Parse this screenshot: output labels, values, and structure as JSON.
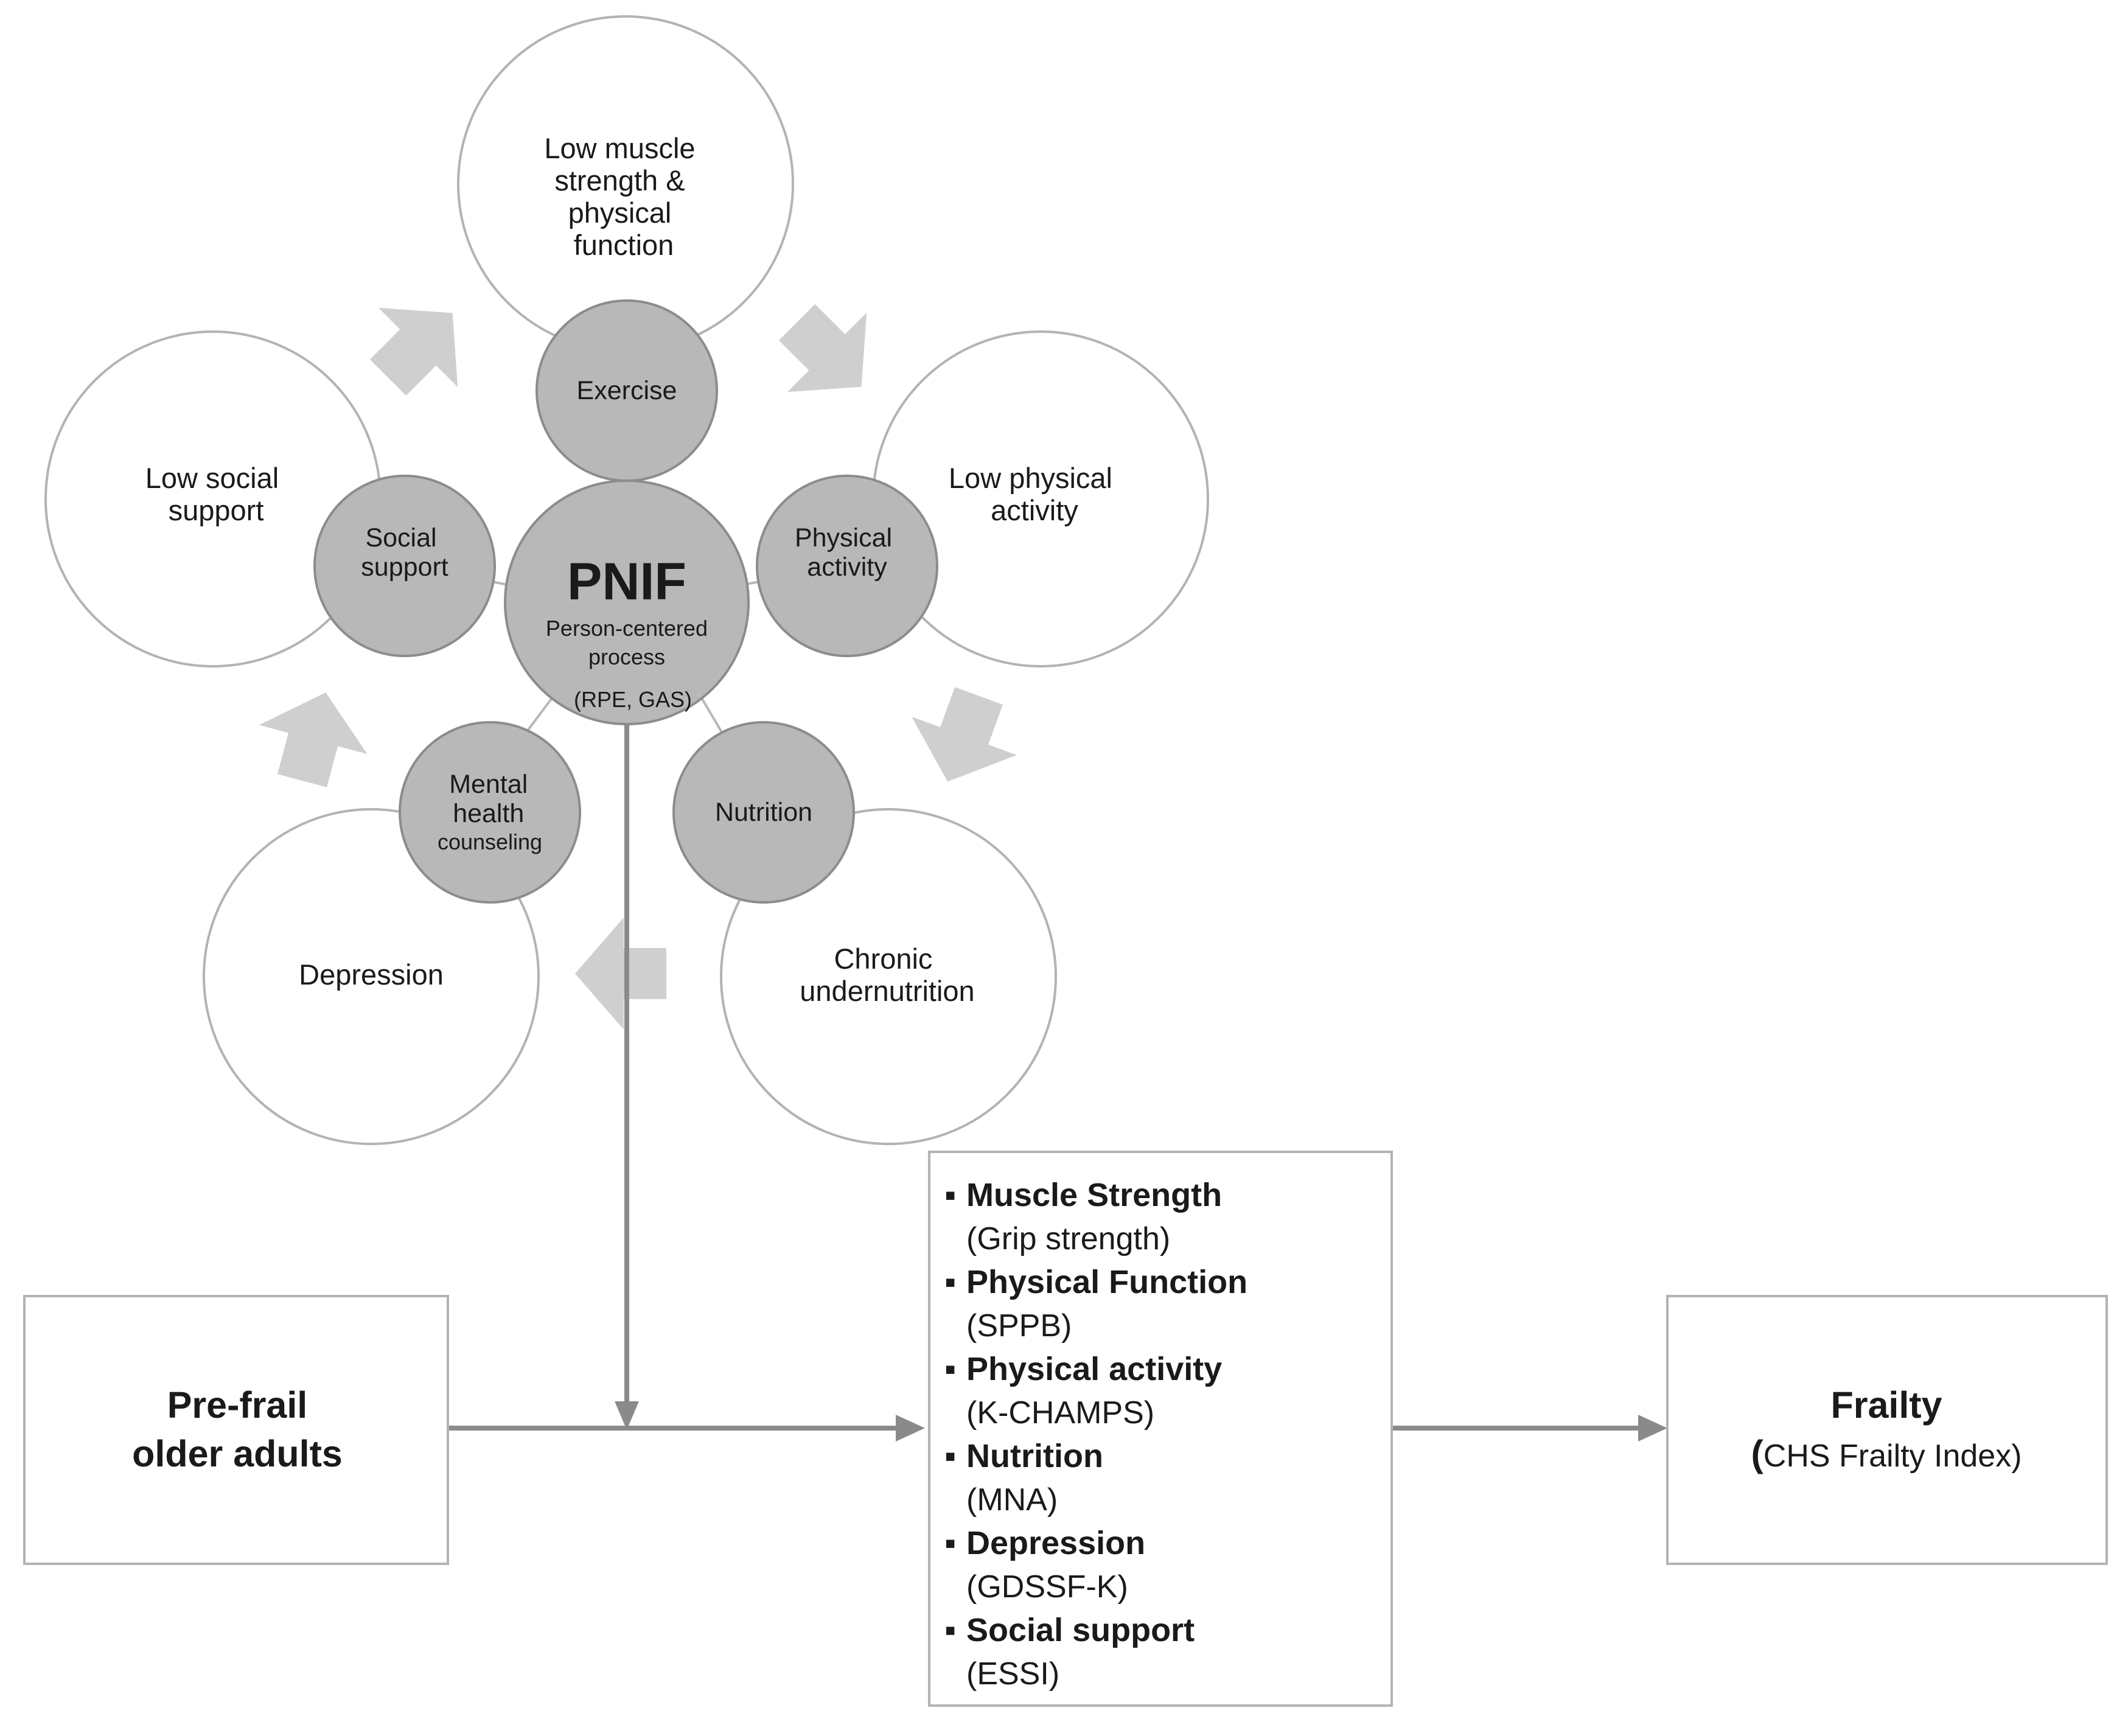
{
  "colors": {
    "outer_circle_stroke": "#b3b3b3",
    "inner_circle_fill": "#b8b8b8",
    "inner_circle_stroke": "#8c8c8c",
    "cycle_arrow": "#cfcfcf",
    "flow_line": "#8a8a8a",
    "text": "#1a1a1a"
  },
  "center": {
    "title": "PNIF",
    "subtitle_line1": "Person-centered",
    "subtitle_line2": "process",
    "subtitle_line3": "(RPE, GAS)"
  },
  "problems": {
    "muscle": [
      "Low muscle",
      "strength &",
      "physical",
      "function"
    ],
    "activity": [
      "Low physical",
      "activity"
    ],
    "undernutrition": [
      "Chronic",
      "undernutrition"
    ],
    "depression": [
      "Depression"
    ],
    "social": [
      "Low social",
      "support"
    ]
  },
  "interventions": {
    "exercise": [
      "Exercise"
    ],
    "physical_activity": [
      "Physical",
      "activity"
    ],
    "nutrition": [
      "Nutrition"
    ],
    "mental_health": [
      "Mental",
      "health",
      "counseling"
    ],
    "social_support": [
      "Social",
      "support"
    ]
  },
  "input_box": [
    "Pre-frail",
    "older adults"
  ],
  "outcomes_box": [
    {
      "bullet": "▪",
      "label": "Muscle Strength",
      "measure": "(Grip strength)"
    },
    {
      "bullet": "▪",
      "label": "Physical Function",
      "measure": "(SPPB)"
    },
    {
      "bullet": "▪",
      "label": "Physical activity",
      "measure": "(K-CHAMPS)"
    },
    {
      "bullet": "▪",
      "label": "Nutrition",
      "measure": "(MNA)"
    },
    {
      "bullet": "▪",
      "label": "Depression",
      "measure": "(GDSSF-K)"
    },
    {
      "bullet": "▪",
      "label": "Social support",
      "measure": "(ESSI)"
    }
  ],
  "result_box": {
    "title": "Frailty",
    "paren_open": "(",
    "detail": "CHS Frailty Index)"
  }
}
